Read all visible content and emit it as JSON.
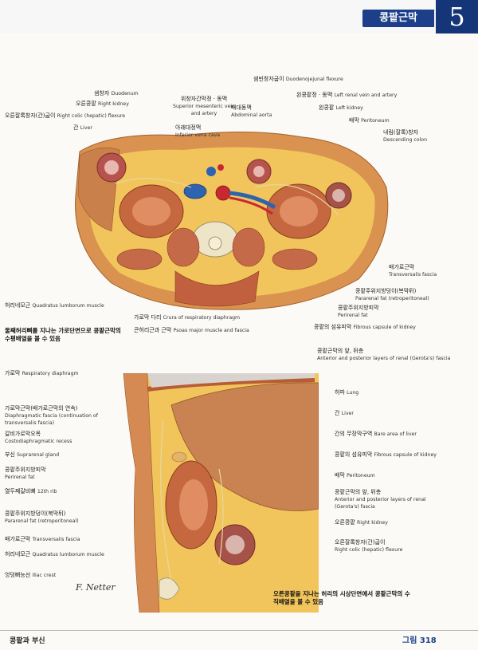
{
  "header": {
    "title": "콩팥근막",
    "chapter": "5"
  },
  "top_labels": {
    "duodenum": {
      "ko": "샘창자",
      "en": "Duodenum"
    },
    "right_kidney": {
      "ko": "오른콩팥",
      "en": "Right kidney"
    },
    "right_colic_flexure": {
      "ko": "오른잘록창자(간)굽이",
      "en": "Right colic (hepatic) flexure"
    },
    "liver": {
      "ko": "간",
      "en": "Liver"
    },
    "sup_mesenteric": {
      "ko": "위창자간막정 · 동맥",
      "en": "Superior mesenteric vein and artery"
    },
    "ivc": {
      "ko": "아래대정맥",
      "en": "Inferior vena cava"
    },
    "abdominal_aorta": {
      "ko": "배대동맥",
      "en": "Abdominal aorta"
    },
    "duodenojejunal": {
      "ko": "샘빈창자굽이",
      "en": "Duodenojejunal flexure"
    },
    "left_renal_vessels": {
      "ko": "왼콩팥정 · 동맥",
      "en": "Left renal vein and artery"
    },
    "left_kidney": {
      "ko": "왼콩팥",
      "en": "Left kidney"
    },
    "peritoneum": {
      "ko": "배막",
      "en": "Peritoneum"
    },
    "descending_colon": {
      "ko": "내림(잘록)창자",
      "en": "Descending colon"
    },
    "transversalis_fascia": {
      "ko": "배가로근막",
      "en": "Transversalis fascia"
    },
    "pararenal_fat": {
      "ko": "콩팥주위지방덩이(복막뒤)",
      "en": "Pararenal fat (retroperitoneal)"
    },
    "perirenal_fat": {
      "ko": "콩팥주위지방피막",
      "en": "Perirenal fat"
    },
    "fibrous_capsule": {
      "ko": "콩팥의 섬유피막",
      "en": "Fibrous capsule of kidney"
    },
    "renal_fascia": {
      "ko": "콩팥근막의 앞, 뒤층",
      "en": "Anterior and posterior layers of renal (Gerota's) fascia"
    },
    "quadratus_lumborum": {
      "ko": "허리네모근",
      "en": "Quadratus lumborum muscle"
    },
    "crura": {
      "ko": "가로막 다리",
      "en": "Crura of respiratory diaphragm"
    },
    "psoas": {
      "ko": "큰허리근과 근막",
      "en": "Psoas major muscle and fascia"
    }
  },
  "top_caption": "둘째허리뼈를 지나는 가로단면으로 콩팥근막의 수평배열을 볼 수 있음",
  "bottom_labels": {
    "diaphragm": {
      "ko": "가로막",
      "en": "Respiratory diaphragm"
    },
    "diaphragmatic_fascia": {
      "ko": "가로막근막(배가로근막의 연속)",
      "en": "Diaphragmatic fascia (continuation of transversalis fascia)"
    },
    "costodiaphragmatic": {
      "ko": "갈비가로막오목",
      "en": "Costodiaphragmatic recess"
    },
    "suprarenal": {
      "ko": "부신",
      "en": "Suprarenal gland"
    },
    "perirenal_fat": {
      "ko": "콩팥주위지방피막",
      "en": "Perirenal fat"
    },
    "rib12": {
      "ko": "열두째갈비뼈",
      "en": "12th rib"
    },
    "pararenal_fat": {
      "ko": "콩팥주위지방덩이(복막뒤)",
      "en": "Pararenal fat (retroperitoneal)"
    },
    "transversalis_fascia": {
      "ko": "배가로근막",
      "en": "Transversalis fascia"
    },
    "quadratus_lumborum": {
      "ko": "허리네모근",
      "en": "Quadratus lumborum muscle"
    },
    "iliac_crest": {
      "ko": "엉덩뼈능선",
      "en": "Iliac crest"
    },
    "lung": {
      "ko": "허파",
      "en": "Lung"
    },
    "liver": {
      "ko": "간",
      "en": "Liver"
    },
    "bare_area": {
      "ko": "간의 무장막구역",
      "en": "Bare area of liver"
    },
    "fibrous_capsule": {
      "ko": "콩팥의 섬유피막",
      "en": "Fibrous capsule of kidney"
    },
    "peritoneum": {
      "ko": "배막",
      "en": "Peritoneum"
    },
    "renal_fascia": {
      "ko": "콩팥근막의 앞, 뒤층",
      "en": "Anterior and posterior layers of renal (Gerota's) fascia"
    },
    "right_kidney": {
      "ko": "오른콩팥",
      "en": "Right kidney"
    },
    "right_colic_flexure": {
      "ko": "오른잘록창자(간)굽이",
      "en": "Right colic (hepatic) flexure"
    }
  },
  "bottom_caption": "오른콩팥을 지나는 허리의 시상단면에서 콩팥근막의 수직배열을 볼 수 있음",
  "signature": "F. Netter",
  "footer": {
    "left": "콩팥과 부신",
    "right": "그림 318"
  }
}
